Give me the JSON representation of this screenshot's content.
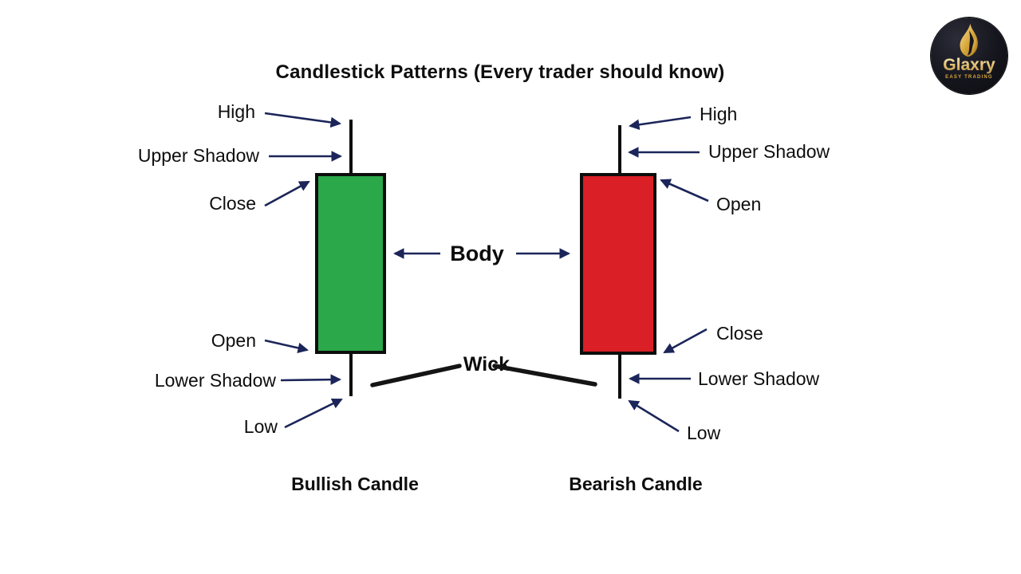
{
  "title": "Candlestick Patterns (Every trader should know)",
  "logo": {
    "brand": "Glaxry",
    "tagline": "EASY TRADING"
  },
  "colors": {
    "bullish": "#2aa84a",
    "bearish": "#da1f26",
    "arrow": "#1b2559",
    "ink": "#0e0e0e",
    "gold": "#d9a83c"
  },
  "bullish": {
    "caption": "Bullish Candle",
    "labels": {
      "high": "High",
      "upper_shadow": "Upper Shadow",
      "close": "Close",
      "open": "Open",
      "lower_shadow": "Lower Shadow",
      "low": "Low"
    }
  },
  "bearish": {
    "caption": "Bearish Candle",
    "labels": {
      "high": "High",
      "upper_shadow": "Upper Shadow",
      "open": "Open",
      "close": "Close",
      "lower_shadow": "Lower Shadow",
      "low": "Low"
    }
  },
  "shared": {
    "body": "Body",
    "wick": "Wick"
  }
}
